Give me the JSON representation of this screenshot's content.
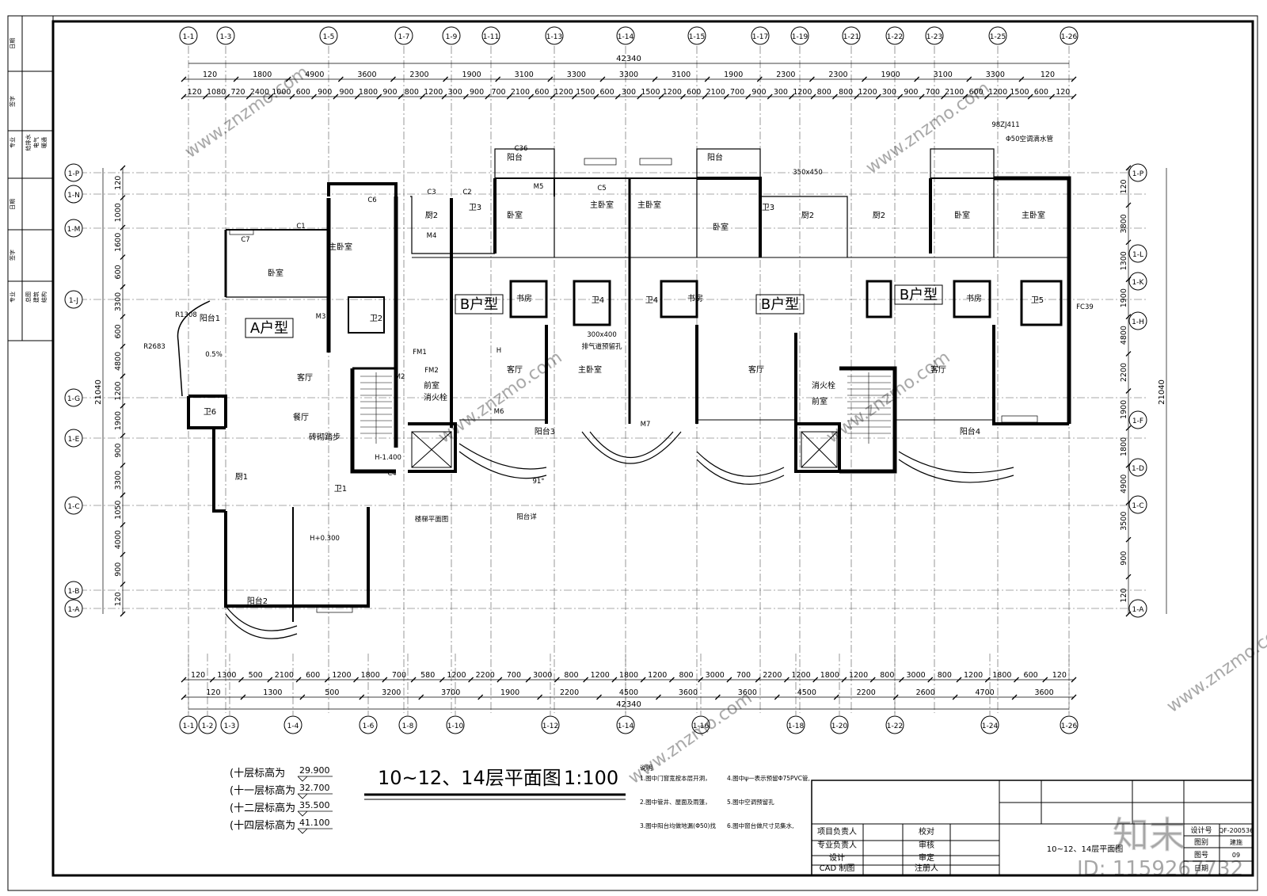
{
  "drawing": {
    "title": "10~12、14层平面图",
    "scale": "1:100",
    "overall_dimension": "42340",
    "right_overall_dimension": "21040",
    "left_overall_dimension": "21040"
  },
  "axes_top": [
    "1-1",
    "1-3",
    "1-5",
    "1-7",
    "1-9",
    "1-11",
    "1-13",
    "1-14",
    "1-15",
    "1-17",
    "1-19",
    "1-21",
    "1-22",
    "1-23",
    "1-25",
    "1-26"
  ],
  "axes_bottom": [
    "1-1",
    "1-2",
    "1-3",
    "1-4",
    "1-6",
    "1-8",
    "1-10",
    "1-12",
    "1-14",
    "1-16",
    "1-18",
    "1-20",
    "1-22",
    "1-24",
    "1-26"
  ],
  "axes_left": [
    "1-P",
    "1-N",
    "1-M",
    "1-J",
    "1-G",
    "1-E",
    "1-C",
    "1-B",
    "1-A"
  ],
  "axes_right": [
    "1-P",
    "1-L",
    "1-K",
    "1-H",
    "1-F",
    "1-D",
    "1-C",
    "1-A"
  ],
  "dims_top_row1": [
    "120",
    "1800",
    "4900",
    "3600",
    "2300",
    "1900",
    "3100",
    "3300",
    "3300",
    "3100",
    "1900",
    "2300",
    "2300",
    "1900",
    "3100",
    "3300",
    "120"
  ],
  "dims_top_row2": [
    "120",
    "1080",
    "720",
    "2400",
    "1000",
    "600",
    "900",
    "900",
    "1800",
    "900",
    "800",
    "1200",
    "300",
    "900",
    "700",
    "2100",
    "600",
    "1200",
    "1500",
    "600",
    "300",
    "1500",
    "1200",
    "600",
    "2100",
    "700",
    "900",
    "300",
    "1200",
    "800",
    "800",
    "1200",
    "300",
    "900",
    "700",
    "2100",
    "600",
    "1200",
    "1500",
    "600",
    "120"
  ],
  "dims_bottom_row1": [
    "120",
    "1300",
    "500",
    "2100",
    "600",
    "1200",
    "1800",
    "700",
    "580",
    "1200",
    "2200",
    "700",
    "3000",
    "800",
    "1200",
    "1800",
    "1200",
    "800",
    "3000",
    "700",
    "2200",
    "1200",
    "1800",
    "1200",
    "800",
    "3000",
    "800",
    "1200",
    "1800",
    "600",
    "120"
  ],
  "dims_bottom_row2": [
    "120",
    "1300",
    "500",
    "3200",
    "3700",
    "1900",
    "2200",
    "4500",
    "3600",
    "3600",
    "4500",
    "2200",
    "2600",
    "4700",
    "3600"
  ],
  "dims_left": [
    "120",
    "1000",
    "1600",
    "600",
    "3300",
    "600",
    "4800",
    "1200",
    "1900",
    "900",
    "3300",
    "1050",
    "4000",
    "900",
    "120"
  ],
  "dims_right": [
    "120",
    "3800",
    "1300",
    "1900",
    "4800",
    "2200",
    "1900",
    "1800",
    "4900",
    "3500",
    "900",
    "120"
  ],
  "unit_labels": [
    "A户型",
    "B户型",
    "B户型",
    "B户型"
  ],
  "rooms": [
    "卧室",
    "主卧室",
    "客厅",
    "餐厅",
    "厨1",
    "厨2",
    "厨2",
    "厨2",
    "卫1",
    "卫2",
    "卫3",
    "卫3",
    "卫4",
    "卫4",
    "卫5",
    "卫6",
    "书房",
    "书房",
    "书房",
    "卧室",
    "主卧室",
    "客厅",
    "主卧室",
    "卧室",
    "主卧室",
    "客厅",
    "卧室",
    "主卧室",
    "客厅",
    "前室",
    "前室",
    "阳台",
    "阳台",
    "阳台1",
    "阳台2",
    "阳台3",
    "阳台4",
    "消火栓",
    "消火栓",
    "砖砌踏步"
  ],
  "labels": [
    "C1",
    "C2",
    "C3",
    "C4",
    "C5",
    "C6",
    "C7",
    "C36",
    "M2",
    "M3",
    "M4",
    "M5",
    "M6",
    "M7",
    "FM1",
    "FM2",
    "FC39",
    "H",
    "H-1.400",
    "H+0.300",
    "R1308",
    "R2683",
    "0.5%",
    "91°",
    "300x400",
    "350x450",
    "98ZJ411",
    "阳台详",
    "楼梯平面图",
    "排气道预留孔",
    "Φ50空调滴水管"
  ],
  "floor_levels": [
    {
      "label": "十层标高为",
      "value": "29.900"
    },
    {
      "label": "十一层标高为",
      "value": "32.700"
    },
    {
      "label": "十二层标高为",
      "value": "35.500"
    },
    {
      "label": "十四层标高为",
      "value": "41.100"
    }
  ],
  "notes_heading": "说明",
  "notes": [
    "1.图中门窗宽按本层开洞，",
    "2.图中管井、屋面及雨篷，",
    "3.图中阳台均做地漏(Φ50)找",
    "4.图中ψ一表示预留Φ75PVC管,",
    "5.图中空调预留孔",
    "6.图中窗台做尺寸见集水,"
  ],
  "title_block": {
    "left_col": [
      "项目负责人",
      "专业负责人",
      "设计",
      "CAD 制图"
    ],
    "mid_col": [
      "校对",
      "审核",
      "审定",
      "注册人"
    ],
    "drawing_name": "10~12、14层平面图",
    "right_col": [
      "设计号",
      "图别",
      "图号",
      "日期"
    ],
    "right_values": [
      "QF-200536",
      "建施",
      "09",
      ""
    ]
  },
  "side_strip": [
    "日期",
    "签字",
    "专业",
    "给排水",
    "电气",
    "暖通",
    "日期",
    "签字",
    "专业",
    "总图",
    "建筑",
    "结构"
  ],
  "watermark": {
    "brand": "知末",
    "id": "ID: 1159267732",
    "site": "www.znzmo.com"
  }
}
